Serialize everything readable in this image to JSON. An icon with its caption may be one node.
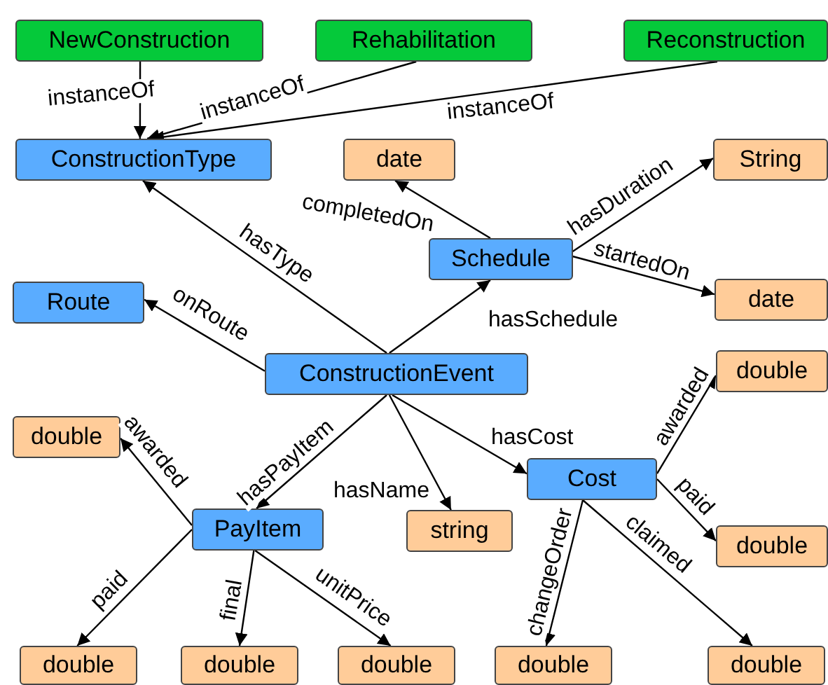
{
  "diagram": {
    "nodes": [
      {
        "text": [
          "NewConstruction"
        ]
      },
      {
        "text": [
          "Rehabilitation"
        ]
      },
      {
        "text": [
          "Reconstruction"
        ]
      },
      {
        "text": [
          "ConstructionType"
        ]
      },
      {
        "text": [
          "date"
        ]
      },
      {
        "text": [
          "String"
        ]
      },
      {
        "text": [
          "Schedule"
        ]
      },
      {
        "text": [
          "Route"
        ]
      },
      {
        "text": [
          "date"
        ]
      },
      {
        "text": [
          "ConstructionEvent"
        ]
      },
      {
        "text": [
          "double"
        ]
      },
      {
        "text": [
          "double"
        ]
      },
      {
        "text": [
          "Cost"
        ]
      },
      {
        "text": [
          "PayItem"
        ]
      },
      {
        "text": [
          "string"
        ]
      },
      {
        "text": [
          "double"
        ]
      },
      {
        "text": [
          "double"
        ]
      },
      {
        "text": [
          "double"
        ]
      },
      {
        "text": [
          "double"
        ]
      },
      {
        "text": [
          "double"
        ]
      },
      {
        "text": [
          "double"
        ]
      }
    ],
    "edges": [
      {
        "from": 0,
        "to": 3,
        "arrow": "to",
        "label": "instanceOf"
      },
      {
        "from": 1,
        "to": 3,
        "arrow": "to",
        "label": "instanceOf"
      },
      {
        "from": 2,
        "to": 3,
        "arrow": "to",
        "label": "instanceOf"
      },
      {
        "from": 9,
        "to": 3,
        "arrow": "to",
        "label": "hasType"
      },
      {
        "from": 6,
        "to": 4,
        "arrow": "to",
        "label": "completedOn"
      },
      {
        "from": 6,
        "to": 5,
        "arrow": "to",
        "label": "hasDuration"
      },
      {
        "from": 6,
        "to": 8,
        "arrow": "to",
        "label": "startedOn"
      },
      {
        "from": 9,
        "to": 6,
        "arrow": "to",
        "label": "hasSchedule"
      },
      {
        "from": 9,
        "to": 7,
        "arrow": "to",
        "label": "onRoute"
      },
      {
        "from": 9,
        "to": 13,
        "arrow": "to",
        "label": "hasPayItem"
      },
      {
        "from": 9,
        "to": 14,
        "arrow": "to",
        "label": "hasName"
      },
      {
        "from": 9,
        "to": 12,
        "arrow": "to",
        "label": "hasCost"
      },
      {
        "from": 13,
        "to": 10,
        "arrow": "to",
        "label": "awarded"
      },
      {
        "from": 13,
        "to": 16,
        "arrow": "to",
        "label": "paid"
      },
      {
        "from": 13,
        "to": 17,
        "arrow": "to",
        "label": "final"
      },
      {
        "from": 13,
        "to": 18,
        "arrow": "to",
        "label": "unitPrice"
      },
      {
        "from": 12,
        "to": 11,
        "arrow": "to",
        "label": "awarded"
      },
      {
        "from": 12,
        "to": 15,
        "arrow": "to",
        "label": "paid"
      },
      {
        "from": 12,
        "to": 19,
        "arrow": "to",
        "label": "changeOrder"
      },
      {
        "from": 12,
        "to": 20,
        "arrow": "to",
        "label": "claimed"
      }
    ]
  }
}
